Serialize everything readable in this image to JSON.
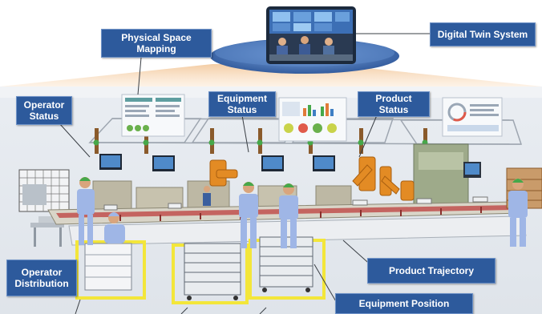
{
  "labels": {
    "digital_twin_system": "Digital Twin System",
    "physical_space_mapping": "Physical Space\nMapping",
    "operator_status": "Operator\nStatus",
    "equipment_status": "Equipment\nStatus",
    "product_status": "Product\nStatus",
    "operator_distribution": "Operator\nDistribution",
    "product_trajectory": "Product Trajectory",
    "equipment_position": "Equipment Position"
  },
  "colors": {
    "label_fill": "#2d5a9c",
    "operator_suit": "#9fb6e6",
    "helmet": "#46a84a",
    "robot_arm": "#e38b24",
    "conveyor_belt": "#c0504d",
    "floor_marking": "#f3e63a",
    "platform": "#4a6fb0"
  },
  "icons": [
    "control-room-screen",
    "operator-figure",
    "robot-arm",
    "conveyor",
    "cart",
    "monitor"
  ]
}
